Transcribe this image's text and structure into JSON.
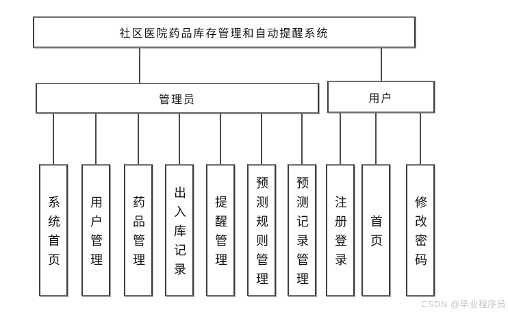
{
  "diagram": {
    "title": "社区医院药品库存管理和自动提醒系统",
    "branches": [
      {
        "label": "管理员",
        "children": [
          "系统首页",
          "用户管理",
          "药品管理",
          "出入库记录",
          "提醒管理",
          "预测规则管理",
          "预测记录管理"
        ]
      },
      {
        "label": "用户",
        "children": [
          "注册登录",
          "首页",
          "修改密码"
        ]
      }
    ]
  },
  "watermark": {
    "text": "CSDN @毕业程序员"
  },
  "colors": {
    "bg": "#ffffff",
    "box-border": "#3d3d3d",
    "box-shadow": "#a8a8a8",
    "line": "#4a4a4a",
    "text": "#111111",
    "watermark": "#c2c5c9"
  }
}
